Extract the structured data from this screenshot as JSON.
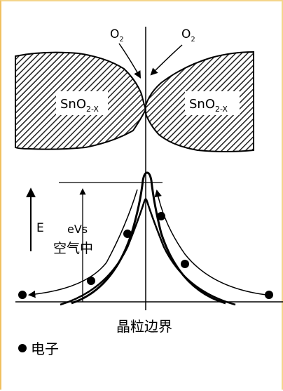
{
  "labels": {
    "o2": "O",
    "o2_sub": "2",
    "sno": "SnO",
    "sno_sub": "2-X",
    "e_axis": "E",
    "evs": "eVs",
    "air": "空气中",
    "grain_boundary": "晶粒边界",
    "electron_legend": "电子"
  }
}
